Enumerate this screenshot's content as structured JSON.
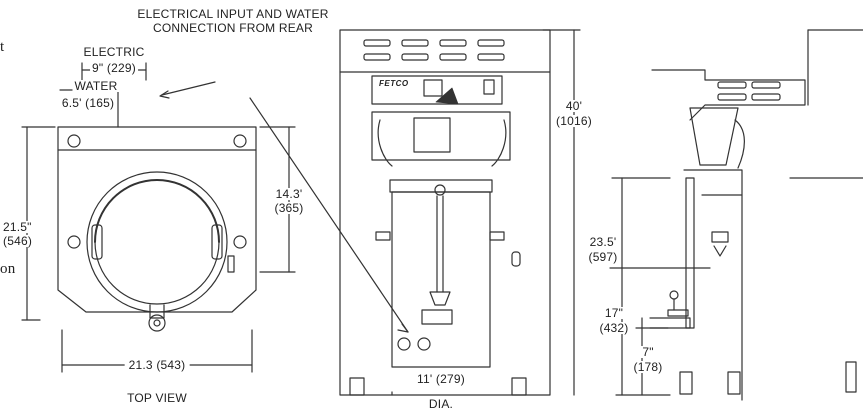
{
  "header": {
    "line1": "ELECTRICAL INPUT AND WATER",
    "line2": "CONNECTION FROM REAR"
  },
  "top_view": {
    "electric_label": "ELECTRIC",
    "electric_dim": "9\" (229)",
    "water_label": "WATER",
    "water_dim": "6.5' (165)",
    "height_in": "21.5\"",
    "height_mm": "(546)",
    "inner_in": "14.3'",
    "inner_mm": "(365)",
    "width_dim": "21.3 (543)",
    "caption": "TOP VIEW"
  },
  "left_edge": {
    "fragment_top": "t",
    "fragment_mid": "on"
  },
  "front_view": {
    "brand": "FETCO",
    "height_in": "40'",
    "height_mm": "(1016)",
    "dia_dim": "11' (279)",
    "dia_caption": "DIA."
  },
  "side_view": {
    "dim1_in": "23.5'",
    "dim1_mm": "(597)",
    "dim2_in": "17\"",
    "dim2_mm": "(432)",
    "dim3_in": "7\"",
    "dim3_mm": "(178)"
  }
}
